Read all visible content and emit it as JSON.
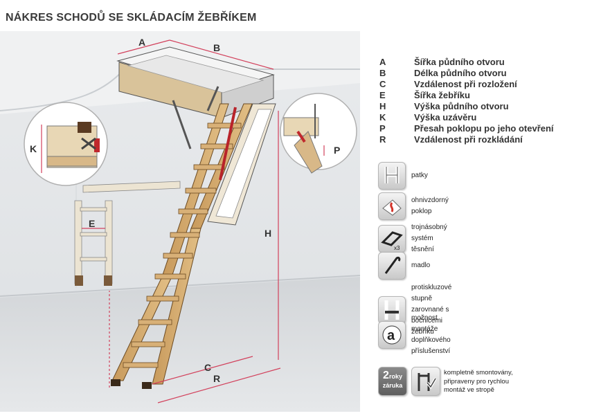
{
  "title": "NÁKRES SCHODŮ SE SKLÁDACÍM ŽEBŘÍKEM",
  "diagram_labels": {
    "A": "A",
    "B": "B",
    "C": "C",
    "E": "E",
    "H": "H",
    "K": "K",
    "P": "P",
    "R": "R"
  },
  "legend": [
    {
      "key": "A",
      "text": "Šířka půdního otvoru"
    },
    {
      "key": "B",
      "text": "Délka půdního otvoru"
    },
    {
      "key": "C",
      "text": "Vzdálenost při rozložení"
    },
    {
      "key": "E",
      "text": "Šířka žebříku"
    },
    {
      "key": "H",
      "text": "Výška půdního otvoru"
    },
    {
      "key": "K",
      "text": "Výška uzávěru"
    },
    {
      "key": "P",
      "text": "Přesah poklopu po jeho otevření"
    },
    {
      "key": "R",
      "text": "Vzdálenost při rozkládání"
    }
  ],
  "features": [
    {
      "icon": "feet-icon",
      "lines": [
        "patky"
      ]
    },
    {
      "icon": "fireproof-icon",
      "lines": [
        "ohnivzdorný poklop"
      ]
    },
    {
      "icon": "seal-icon",
      "lines": [
        "trojnásobný systém těsnění"
      ],
      "badge": "x3"
    },
    {
      "icon": "handrail-icon",
      "lines": [
        "madlo"
      ]
    },
    {
      "icon": "steps-icon",
      "lines": [
        "protiskluzové stupně",
        "zarovnané s bočnicemi žebříku"
      ]
    },
    {
      "icon": "accessory-icon",
      "lines": [
        "možnost montáže doplňkového",
        "příslušenství"
      ],
      "glyph": "a"
    }
  ],
  "warranty": {
    "number": "2",
    "word": "roky",
    "sub": "záruka"
  },
  "assembled": [
    "kompletně smontovány,",
    "připraveny pro rychlou",
    "montáž ve stropě"
  ]
}
